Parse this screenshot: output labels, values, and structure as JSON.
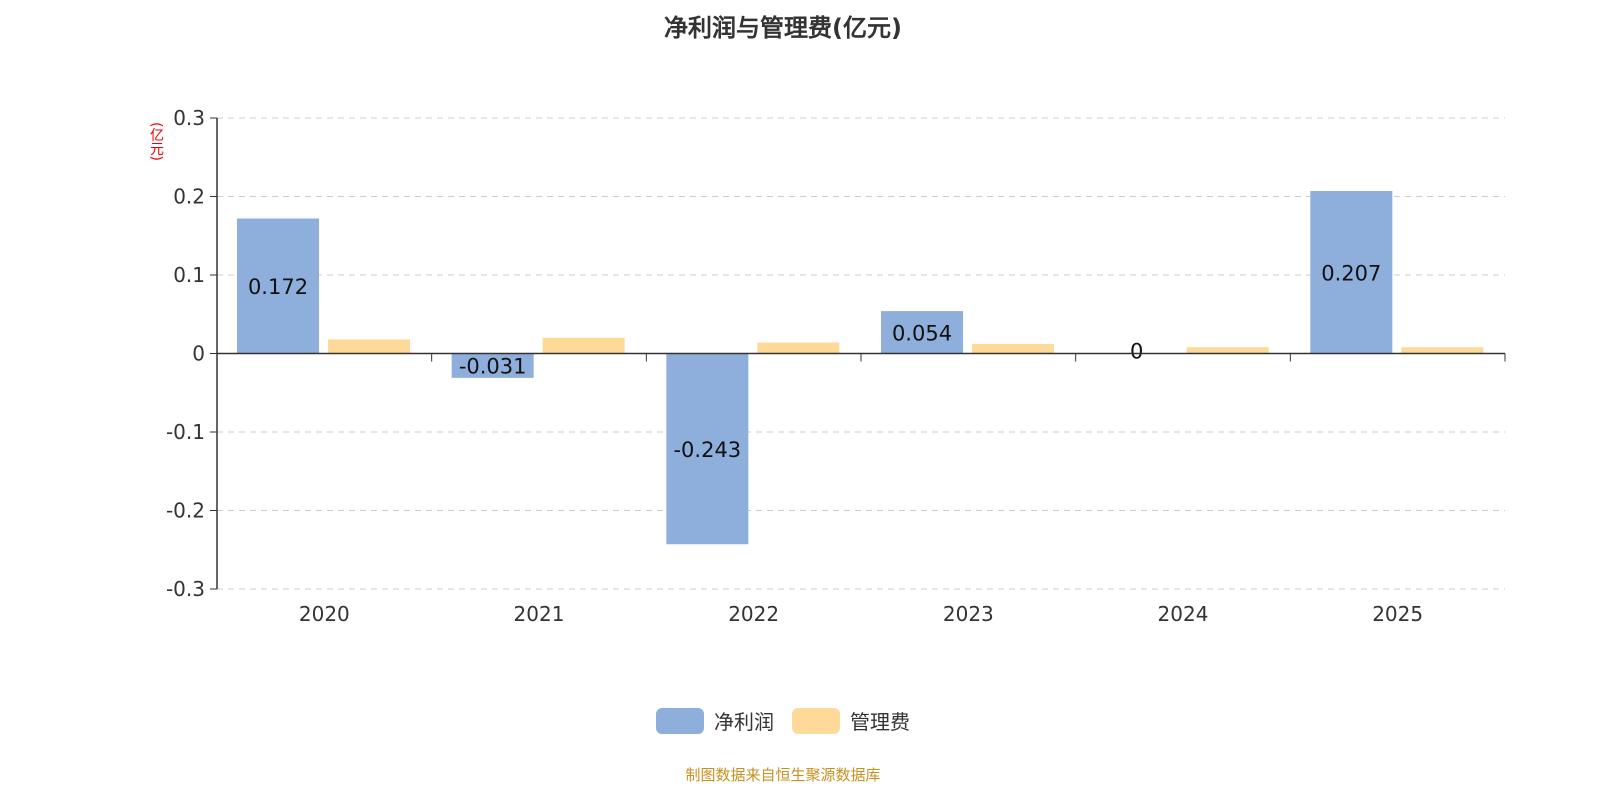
{
  "chart_data": {
    "type": "bar",
    "title": "净利润与管理费(亿元)",
    "ylabel": "(亿元)",
    "xlabel": "",
    "categories": [
      "2020",
      "2021",
      "2022",
      "2023",
      "2024",
      "2025"
    ],
    "series": [
      {
        "name": "净利润",
        "color": "#8eaedb",
        "values": [
          0.172,
          -0.031,
          -0.243,
          0.054,
          0,
          0.207
        ],
        "labels": [
          "0.172",
          "-0.031",
          "-0.243",
          "0.054",
          "0",
          "0.207"
        ]
      },
      {
        "name": "管理费",
        "color": "#fed998",
        "values": [
          0.018,
          0.02,
          0.014,
          0.012,
          0.008,
          0.008
        ]
      }
    ],
    "ylim": [
      -0.3,
      0.3
    ],
    "yticks": [
      0.3,
      0.2,
      0.1,
      0,
      -0.1,
      -0.2,
      -0.3
    ],
    "ytick_labels": [
      "0.3",
      "0.2",
      "0.1",
      "0",
      "-0.1",
      "-0.2",
      "-0.3"
    ],
    "grid": true,
    "legend_position": "bottom"
  },
  "footer": "制图数据来自恒生聚源数据库"
}
